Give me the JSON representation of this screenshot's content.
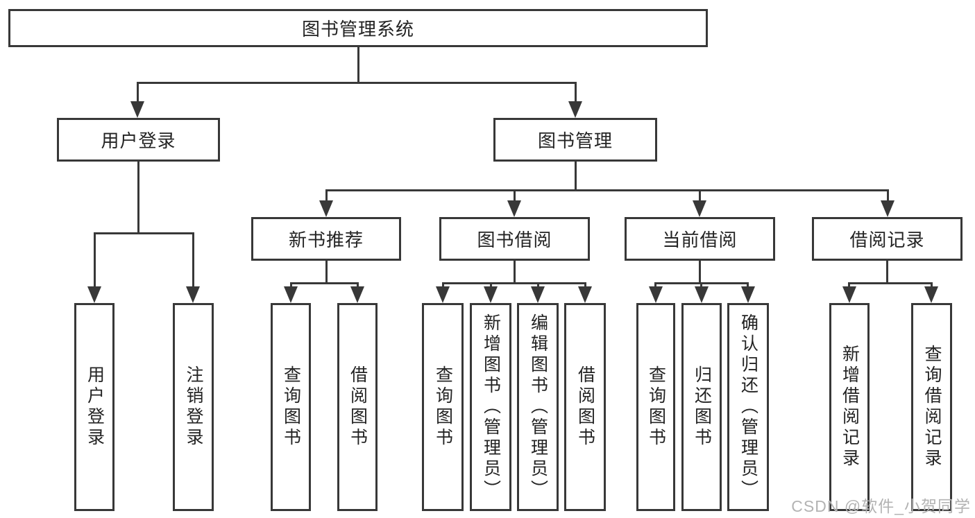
{
  "diagram": {
    "root": {
      "label": "图书管理系统"
    },
    "groups": [
      {
        "label": "用户登录",
        "leaves": [
          {
            "label": "用户登录"
          },
          {
            "label": "注销登录"
          }
        ]
      },
      {
        "label": "图书管理"
      }
    ],
    "subgroups": [
      {
        "label": "新书推荐",
        "leaves": [
          {
            "label": "查询图书"
          },
          {
            "label": "借阅图书"
          }
        ]
      },
      {
        "label": "图书借阅",
        "leaves": [
          {
            "label": "查询图书"
          },
          {
            "label": "新增图书（管理员）"
          },
          {
            "label": "编辑图书（管理员）"
          },
          {
            "label": "借阅图书"
          }
        ]
      },
      {
        "label": "当前借阅",
        "leaves": [
          {
            "label": "查询图书"
          },
          {
            "label": "归还图书"
          },
          {
            "label": "确认归还（管理员）"
          }
        ]
      },
      {
        "label": "借阅记录",
        "leaves": [
          {
            "label": "新增借阅记录"
          },
          {
            "label": "查询借阅记录"
          }
        ]
      }
    ]
  },
  "watermark": {
    "text": "CSDN @软件_小贺同学"
  },
  "colors": {
    "line": "#383838",
    "text": "#232323",
    "box_fill": "#ffffff",
    "background": "#ffffff",
    "watermark": "#b3b3b3"
  }
}
